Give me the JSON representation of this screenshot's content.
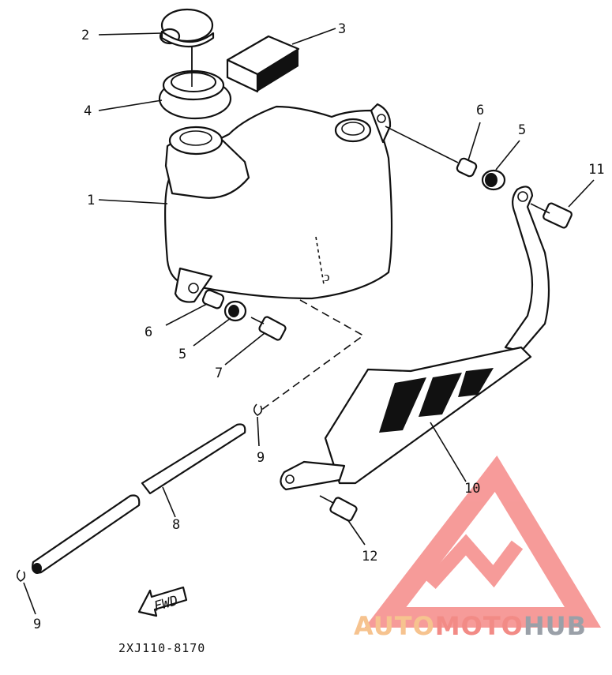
{
  "diagram": {
    "callouts": [
      {
        "id": "c2",
        "text": "2"
      },
      {
        "id": "c3",
        "text": "3"
      },
      {
        "id": "c4",
        "text": "4"
      },
      {
        "id": "c1",
        "text": "1"
      },
      {
        "id": "c6a",
        "text": "6"
      },
      {
        "id": "c5a",
        "text": "5"
      },
      {
        "id": "c11",
        "text": "11"
      },
      {
        "id": "c6b",
        "text": "6"
      },
      {
        "id": "c5b",
        "text": "5"
      },
      {
        "id": "c7",
        "text": "7"
      },
      {
        "id": "c9a",
        "text": "9"
      },
      {
        "id": "c10",
        "text": "10"
      },
      {
        "id": "c8",
        "text": "8"
      },
      {
        "id": "c12",
        "text": "12"
      },
      {
        "id": "c9b",
        "text": "9"
      }
    ],
    "fwd_label": "FWD",
    "drawing_code": "2XJ110-8170"
  },
  "watermark": {
    "part1": "AUTO",
    "part2": "MOTO",
    "part3": "HUB",
    "color1": "#f6c38f",
    "color2": "#f28b86",
    "color3": "#9aa0a8",
    "logo_color": "#f47a78"
  }
}
